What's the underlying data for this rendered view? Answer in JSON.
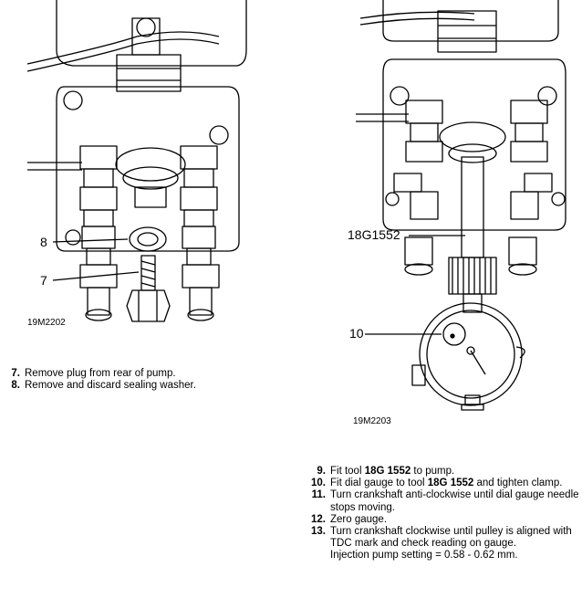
{
  "figures": {
    "left": {
      "ref": "19M2202",
      "callouts": [
        "8",
        "7"
      ]
    },
    "right": {
      "ref": "19M2203",
      "callouts": [
        "18G1552",
        "10"
      ]
    }
  },
  "steps_left": [
    {
      "num": "7.",
      "text": "Remove plug from rear of pump."
    },
    {
      "num": "8.",
      "text": "Remove and discard sealing washer."
    }
  ],
  "steps_right": [
    {
      "num": "9.",
      "pre": "Fit tool ",
      "bold": "18G 1552",
      "post": "  to pump."
    },
    {
      "num": "10.",
      "pre": "Fit dial gauge to tool ",
      "bold": "18G 1552",
      "post": "  and tighten clamp."
    },
    {
      "num": "11.",
      "text": "Turn crankshaft anti-clockwise until dial gauge needle stops moving."
    },
    {
      "num": "12.",
      "text": "Zero gauge."
    },
    {
      "num": "13.",
      "text": "Turn crankshaft clockwise until pulley is aligned with TDC mark and check reading on gauge."
    }
  ],
  "note": "Injection pump setting = 0.58 - 0.62 mm."
}
